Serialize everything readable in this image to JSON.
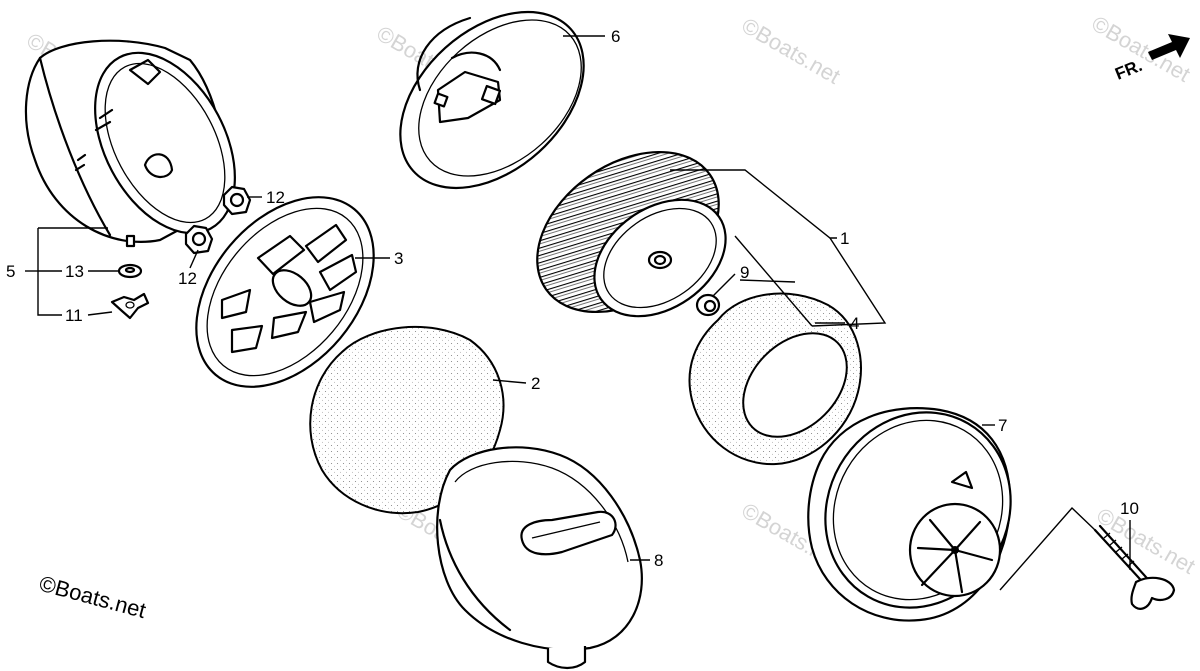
{
  "diagram": {
    "credit": "©Boats.net",
    "watermark": "©Boats.net",
    "direction_label": "FR.",
    "callouts": {
      "c1": "1",
      "c2": "2",
      "c3": "3",
      "c4": "4",
      "c5": "5",
      "c6": "6",
      "c7": "7",
      "c8": "8",
      "c9": "9",
      "c10": "10",
      "c11": "11",
      "c12a": "12",
      "c12b": "12",
      "c13": "13"
    }
  }
}
